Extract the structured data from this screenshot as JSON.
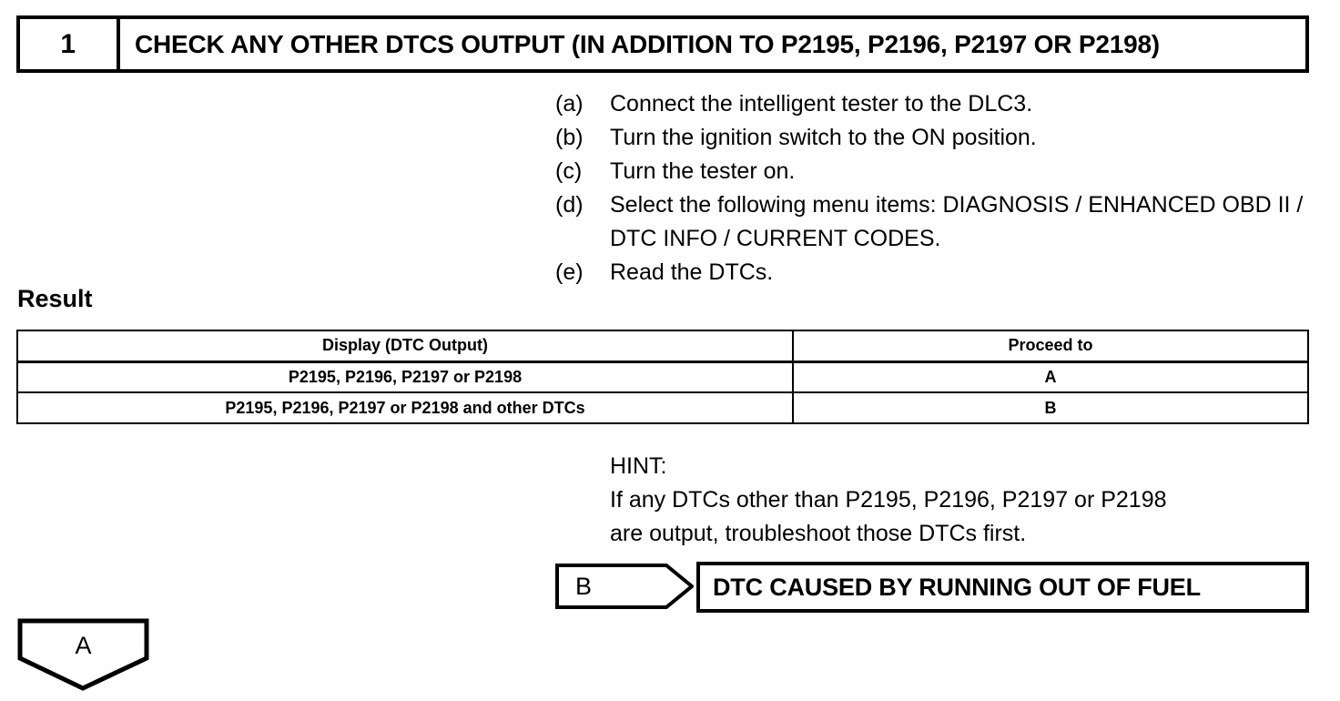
{
  "step": {
    "number": "1",
    "title": "CHECK ANY OTHER DTCS OUTPUT (IN ADDITION TO P2195, P2196, P2197 OR P2198)"
  },
  "procedure": {
    "steps": [
      {
        "marker": "(a)",
        "text": "Connect the intelligent tester to the DLC3."
      },
      {
        "marker": "(b)",
        "text": "Turn the ignition switch to the ON position."
      },
      {
        "marker": "(c)",
        "text": "Turn the tester on."
      },
      {
        "marker": "(d)",
        "text": "Select the following menu items: DIAGNOSIS / ENHANCED OBD II / DTC INFO / CURRENT CODES."
      },
      {
        "marker": "(e)",
        "text": "Read the DTCs."
      }
    ]
  },
  "result": {
    "label": "Result",
    "columns": [
      "Display (DTC Output)",
      "Proceed to"
    ],
    "rows": [
      {
        "display": "P2195, P2196, P2197 or P2198",
        "proceed": "A"
      },
      {
        "display": "P2195, P2196, P2197 or P2198 and other DTCs",
        "proceed": "B"
      }
    ]
  },
  "hint": {
    "title": "HINT:",
    "line1": "If any DTCs other than P2195, P2196, P2197 or P2198",
    "line2": "are output, troubleshoot those DTCs first."
  },
  "connector_b": {
    "label": "B",
    "outcome": "DTC CAUSED BY RUNNING OUT OF FUEL"
  },
  "connector_a": {
    "label": "A"
  },
  "colors": {
    "ink": "#000000",
    "paper": "#ffffff"
  }
}
